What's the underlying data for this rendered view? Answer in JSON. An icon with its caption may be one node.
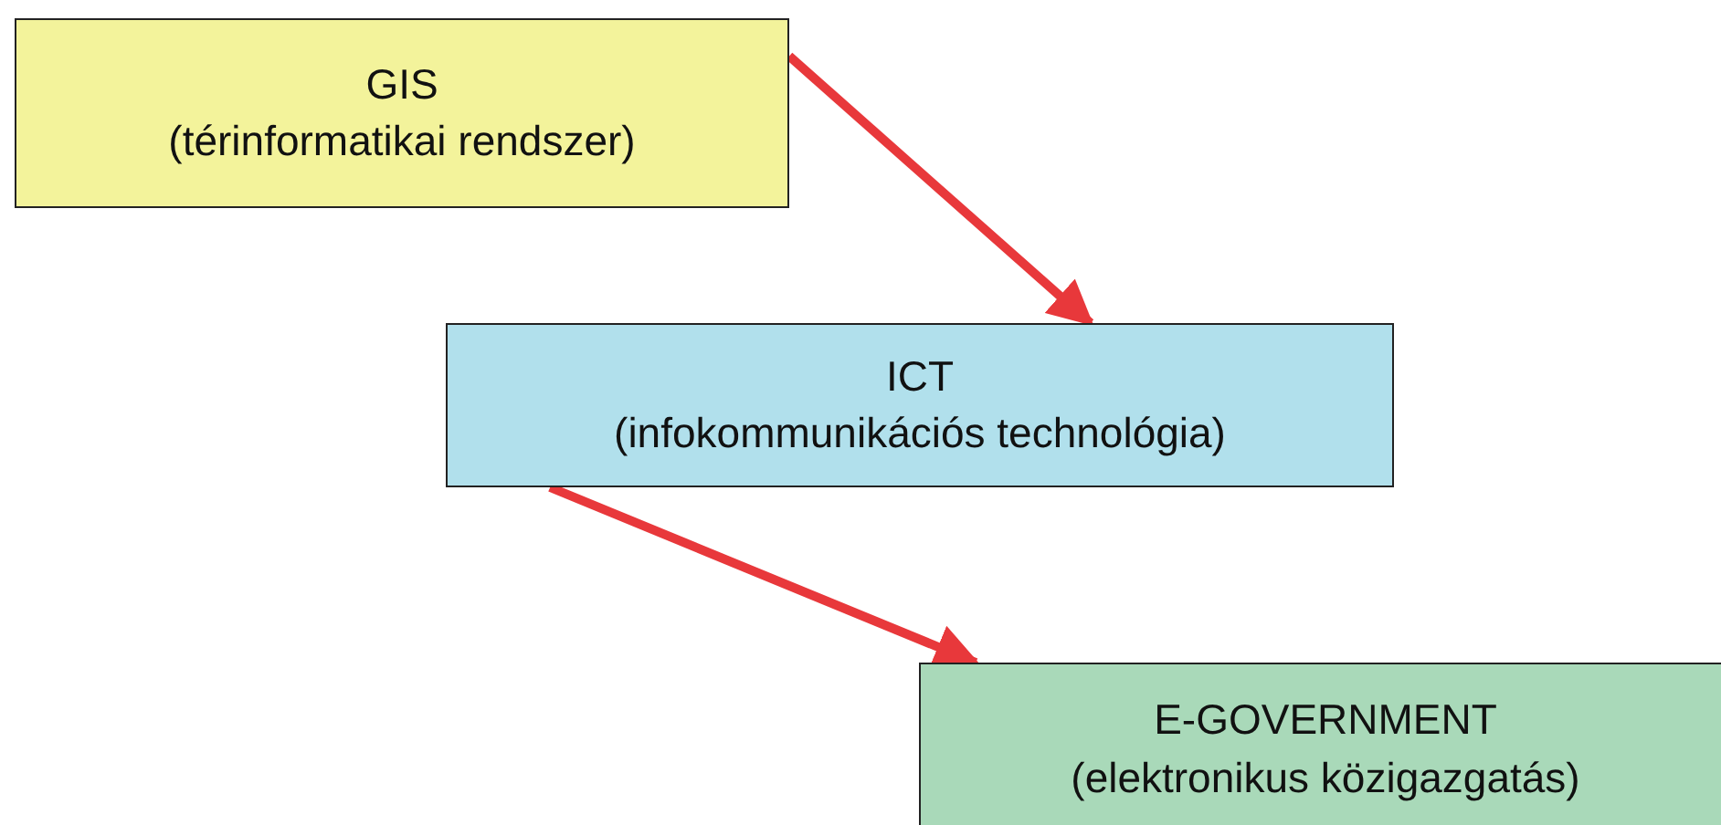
{
  "diagram": {
    "nodes": [
      {
        "text": [
          "GIS",
          "(térinformatikai rendszer)"
        ]
      },
      {
        "text": [
          "ICT",
          "(infokommunikációs technológia)"
        ]
      },
      {
        "text": [
          "E-GOVERNMENT",
          "(elektronikus közigazgatás)"
        ]
      }
    ],
    "edges": [
      {
        "from": 0,
        "to": 1,
        "arrow": "to",
        "color": "#e8383b"
      },
      {
        "from": 1,
        "to": 2,
        "arrow": "to",
        "color": "#e8383b"
      }
    ]
  }
}
